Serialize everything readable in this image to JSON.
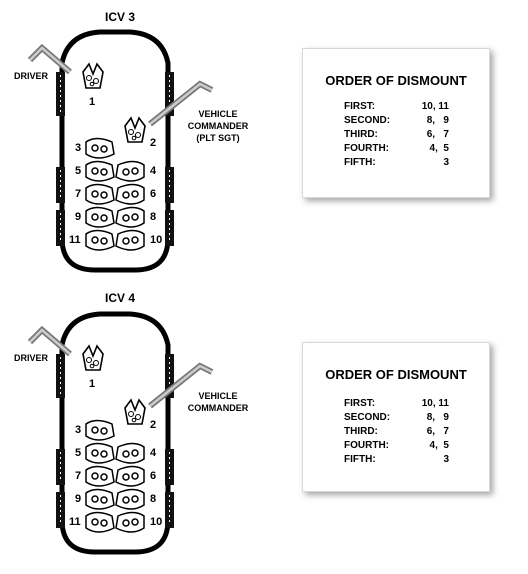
{
  "diagrams": [
    {
      "title": "ICV 3",
      "driver_label": "DRIVER",
      "commander_label_lines": [
        "VEHICLE",
        "COMMANDER",
        "(PLT SGT)"
      ],
      "seats": {
        "driver": "1",
        "commander": "2",
        "left": [
          "3",
          "5",
          "7",
          "9",
          "11"
        ],
        "right": [
          "4",
          "6",
          "8",
          "10"
        ]
      },
      "order": {
        "title": "ORDER OF DISMOUNT",
        "rows": [
          {
            "label": "FIRST:",
            "value": "10, 11"
          },
          {
            "label": "SECOND:",
            "value": "8,   9"
          },
          {
            "label": "THIRD:",
            "value": "6,   7"
          },
          {
            "label": "FOURTH:",
            "value": "4,  5"
          },
          {
            "label": "FIFTH:",
            "value": "3"
          }
        ]
      }
    },
    {
      "title": "ICV 4",
      "driver_label": "DRIVER",
      "commander_label_lines": [
        "VEHICLE",
        "COMMANDER"
      ],
      "seats": {
        "driver": "1",
        "commander": "2",
        "left": [
          "3",
          "5",
          "7",
          "9",
          "11"
        ],
        "right": [
          "4",
          "6",
          "8",
          "10"
        ]
      },
      "order": {
        "title": "ORDER OF DISMOUNT",
        "rows": [
          {
            "label": "FIRST:",
            "value": "10, 11"
          },
          {
            "label": "SECOND:",
            "value": "8,   9"
          },
          {
            "label": "THIRD:",
            "value": "6,   7"
          },
          {
            "label": "FOURTH:",
            "value": "4,  5"
          },
          {
            "label": "FIFTH:",
            "value": "3"
          }
        ]
      }
    }
  ]
}
